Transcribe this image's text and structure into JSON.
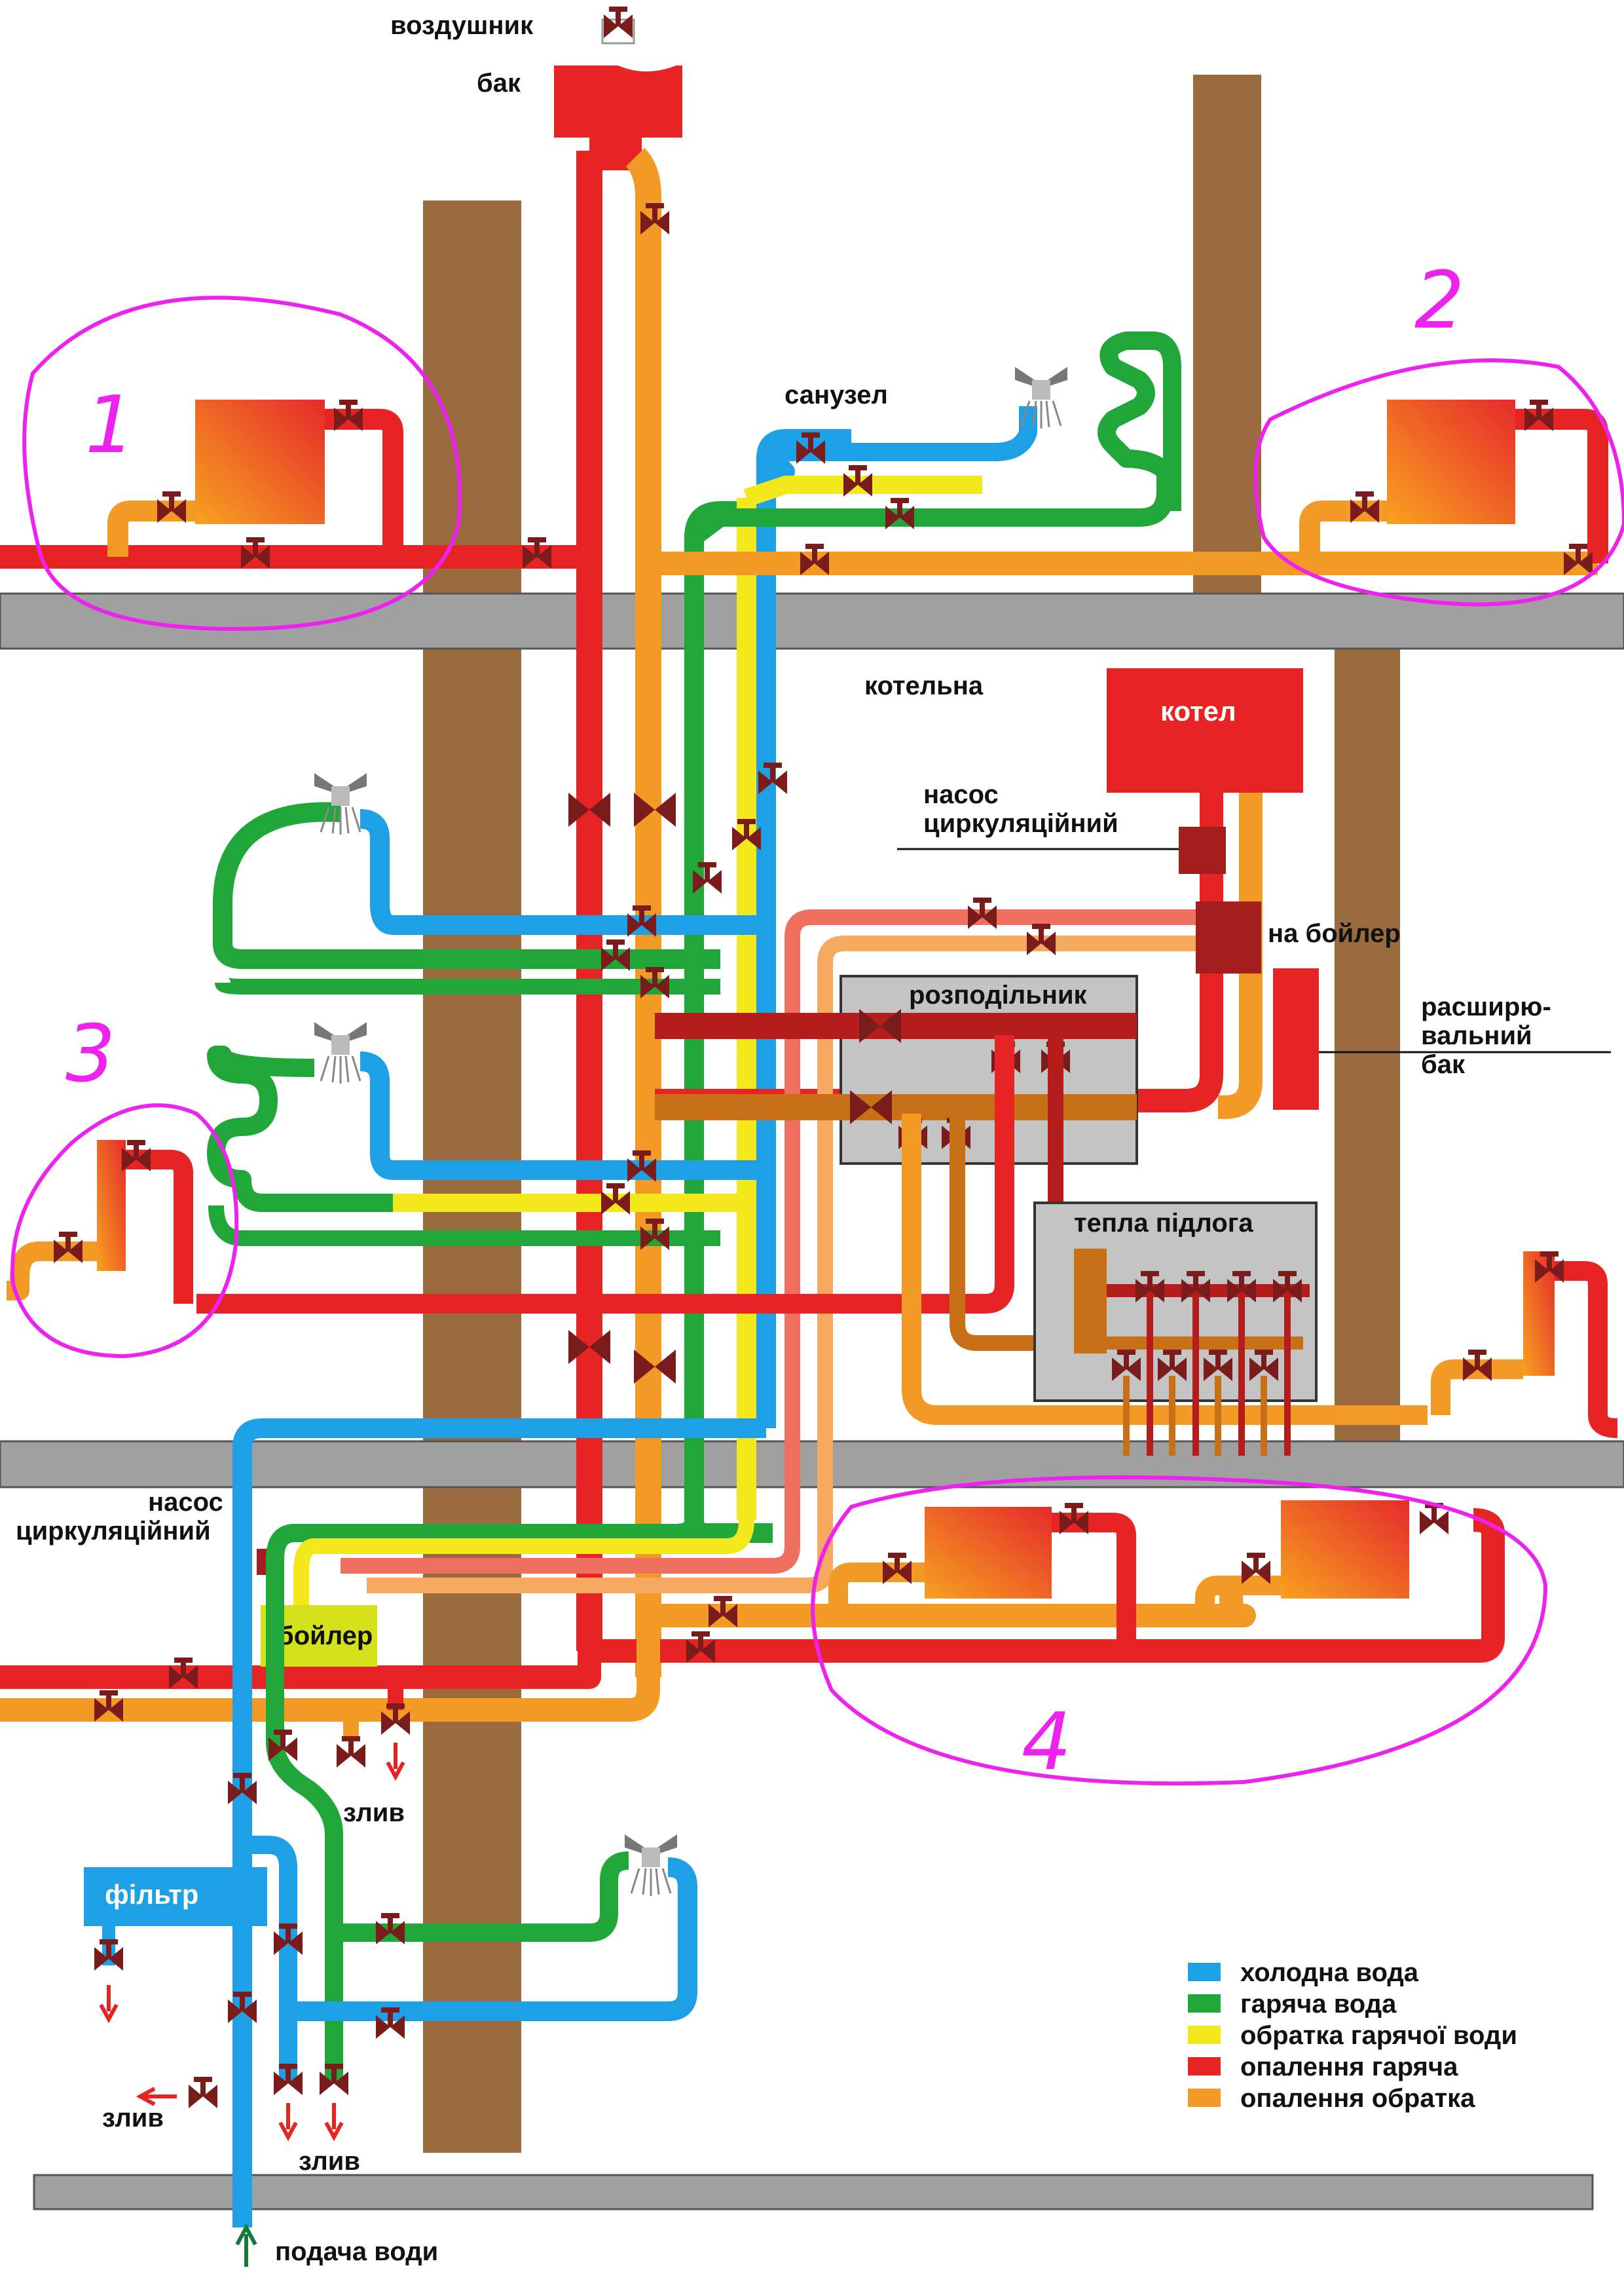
{
  "colors": {
    "cold": "#1ea0e6",
    "hot": "#21a63a",
    "hot_return": "#f2e81c",
    "heat_supply": "#e62424",
    "heat_return": "#f39a26",
    "wall": "#9a6b3f",
    "floor": "#9a9a9a",
    "valve": "#7a1c1c",
    "annotation": "#ee22ee"
  },
  "labels": {
    "air_vent": "воздушник",
    "tank": "бак",
    "bathroom": "санузел",
    "boiler_room": "котельна",
    "boiler": "котел",
    "pump_top": "насос\nциркуляційний",
    "to_boiler": "на бойлер",
    "expansion_tank": "расширю-\nвальний\nбак",
    "distributor": "розподільник",
    "floor_heating": "тепла підлога",
    "pump_bottom": "насос\nциркуляційний",
    "water_heater": "бойлер",
    "drain_1": "злив",
    "drain_2": "злив",
    "drain_3": "злив",
    "filter": "фільтр",
    "water_supply": "подача води"
  },
  "annotations": [
    "1",
    "2",
    "3",
    "4"
  ],
  "legend": [
    {
      "label": "холодна вода",
      "color": "#1ea0e6"
    },
    {
      "label": "гаряча вода",
      "color": "#21a63a"
    },
    {
      "label": "обратка гарячої води",
      "color": "#f2e81c"
    },
    {
      "label": "опалення гаряча",
      "color": "#e62424"
    },
    {
      "label": "опалення обратка",
      "color": "#f39a26"
    }
  ]
}
